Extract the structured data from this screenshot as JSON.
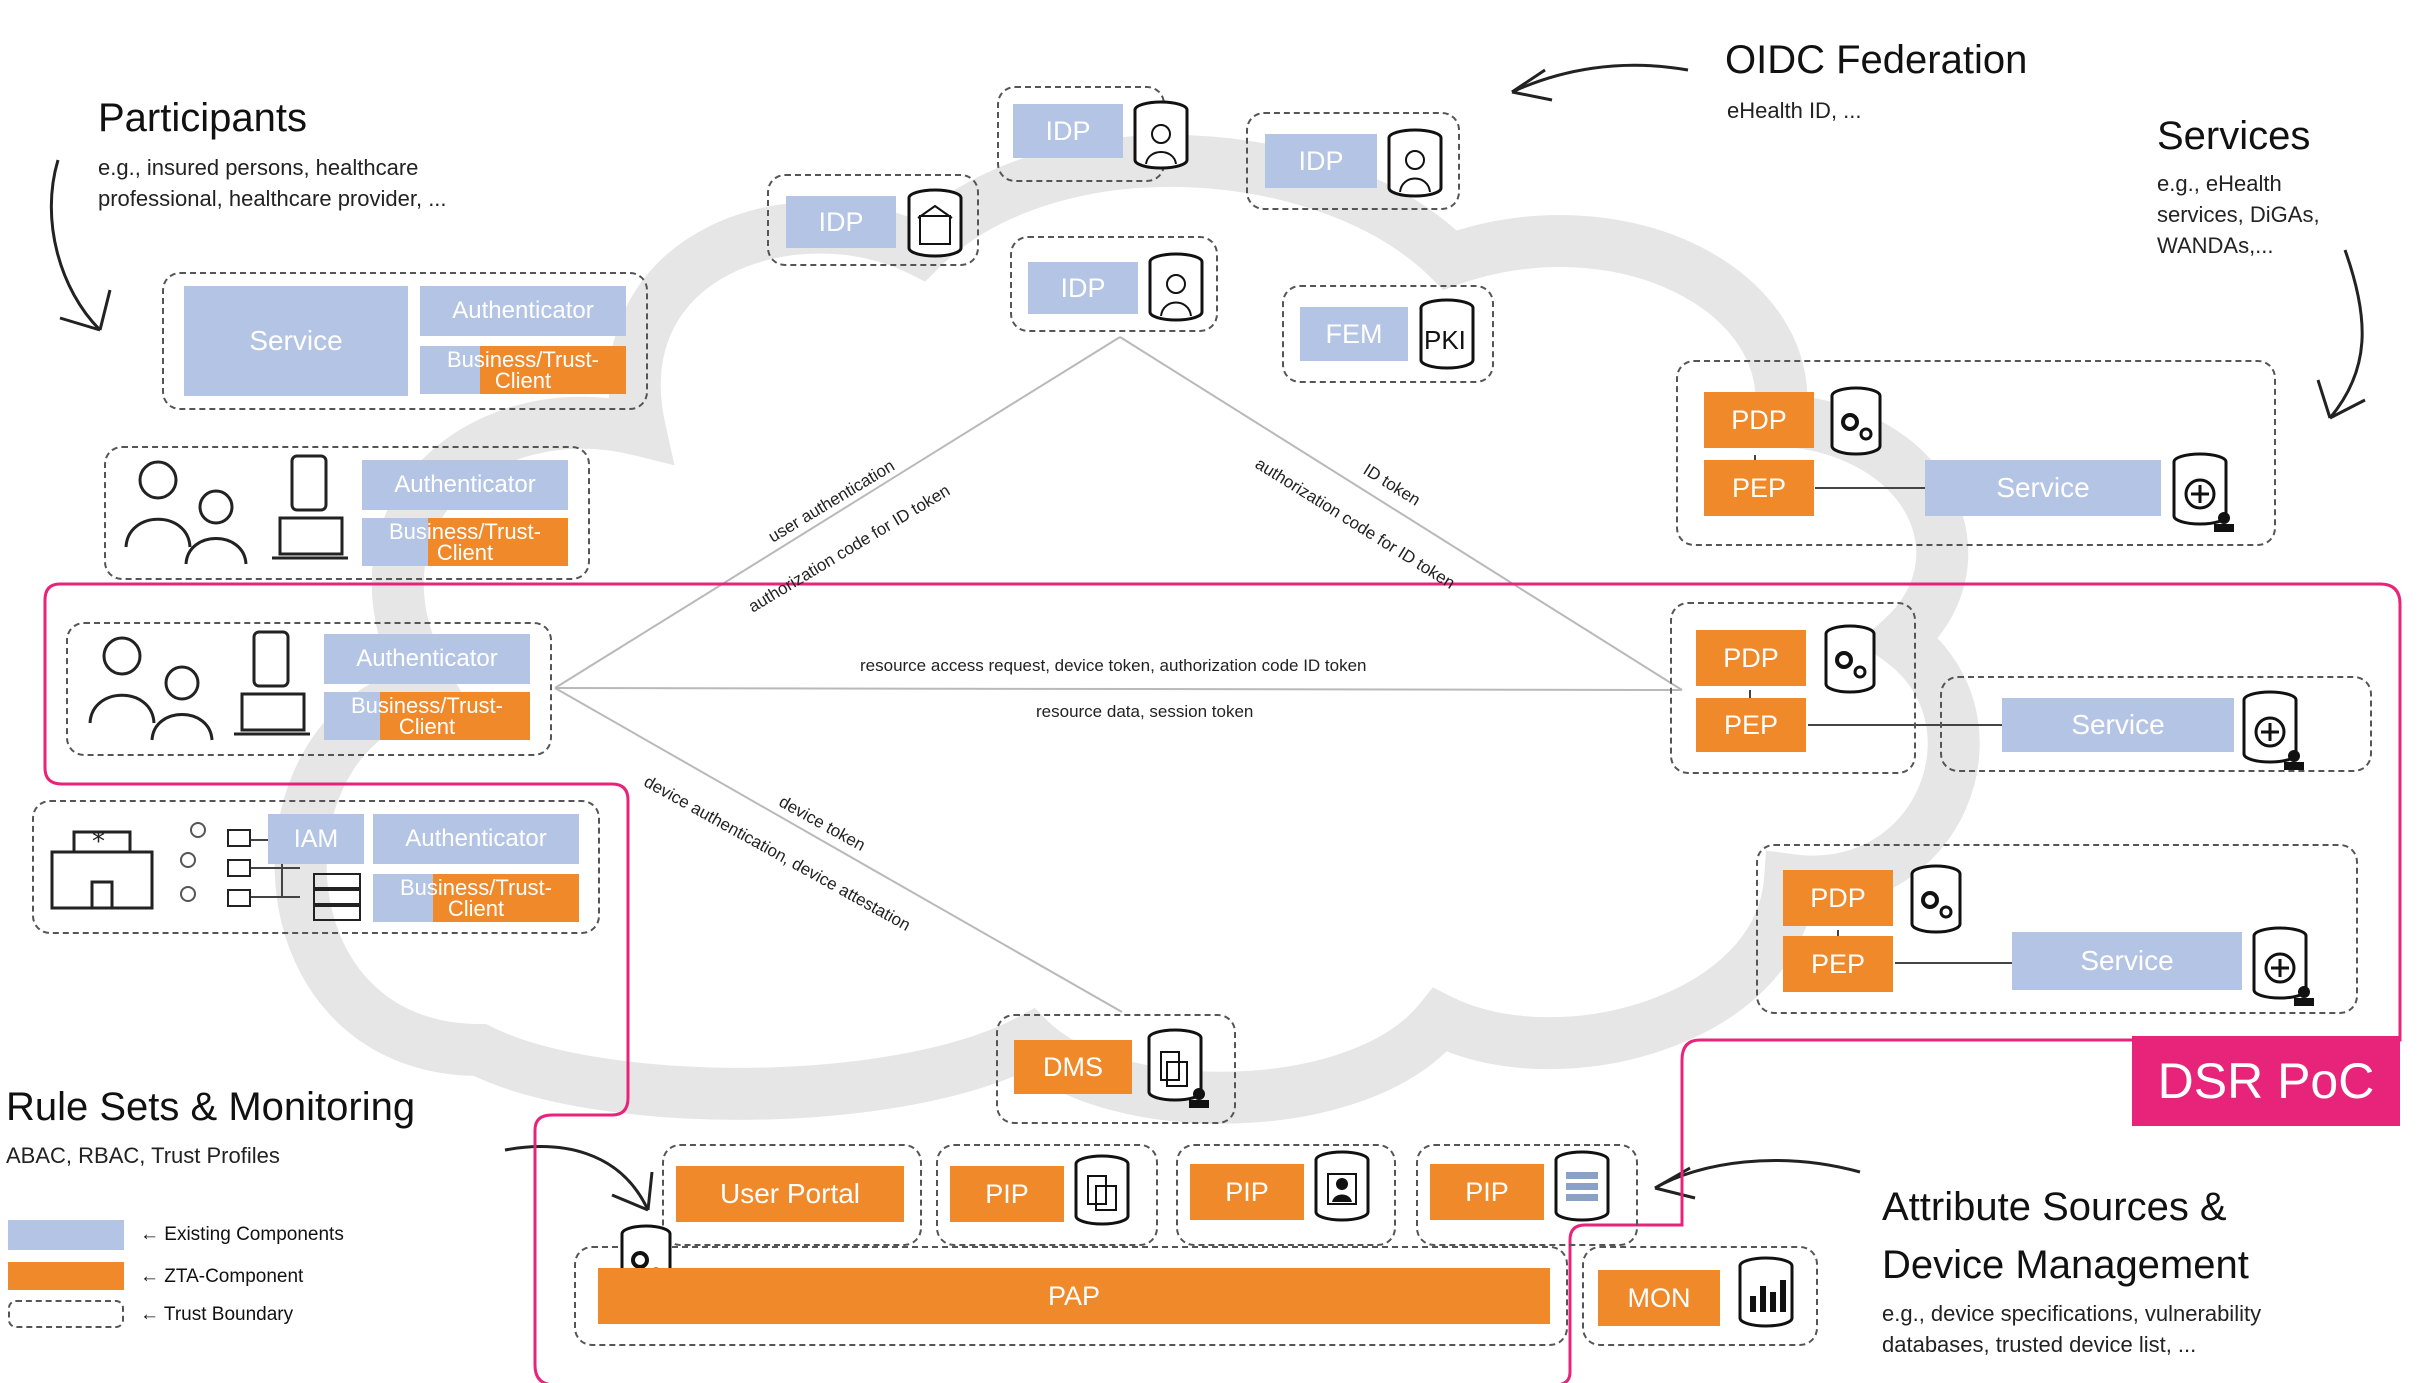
{
  "header": {
    "oidc_title": "OIDC Federation",
    "oidc_sub": "eHealth ID, ...",
    "participants_title": "Participants",
    "participants_sub1": "e.g., insured persons, healthcare",
    "participants_sub2": "professional, healthcare provider, ...",
    "services_title": "Services",
    "services_sub1": "e.g., eHealth",
    "services_sub2": "services, DiGAs,",
    "services_sub3": "WANDAs,...",
    "rules_title": "Rule Sets & Monitoring",
    "rules_sub": "ABAC, RBAC, Trust Profiles",
    "attr_title1": "Attribute Sources &",
    "attr_title2": "Device Management",
    "attr_sub1": "e.g., device specifications, vulnerability",
    "attr_sub2": "databases, trusted device list, ..."
  },
  "labels": {
    "idp": "IDP",
    "fem": "FEM",
    "pki": "PKI",
    "service": "Service",
    "authenticator": "Authenticator",
    "business_trust": "Business/Trust-",
    "client": "Client",
    "iam": "IAM",
    "pdp": "PDP",
    "pep": "PEP",
    "dms": "DMS",
    "user_portal": "User Portal",
    "pip": "PIP",
    "pap": "PAP",
    "mon": "MON",
    "dsr_poc": "DSR PoC"
  },
  "edges": {
    "user_auth": "user authentication",
    "auth_code_id": "authorization code for ID token",
    "id_token": "ID token",
    "auth_code_id2": "authorization code for ID token",
    "resource_req": "resource access request, device token, authorization code ID token",
    "resource_data": "resource data, session token",
    "device_token": "device token",
    "device_auth": "device authentication, device attestation"
  },
  "legend": {
    "existing": "← Existing Components",
    "zta": "← ZTA-Component",
    "trust": "← Trust Boundary"
  },
  "colors": {
    "existing": "#b4c4e4",
    "zta": "#f0892a",
    "dsr_boundary": "#e8237a"
  }
}
